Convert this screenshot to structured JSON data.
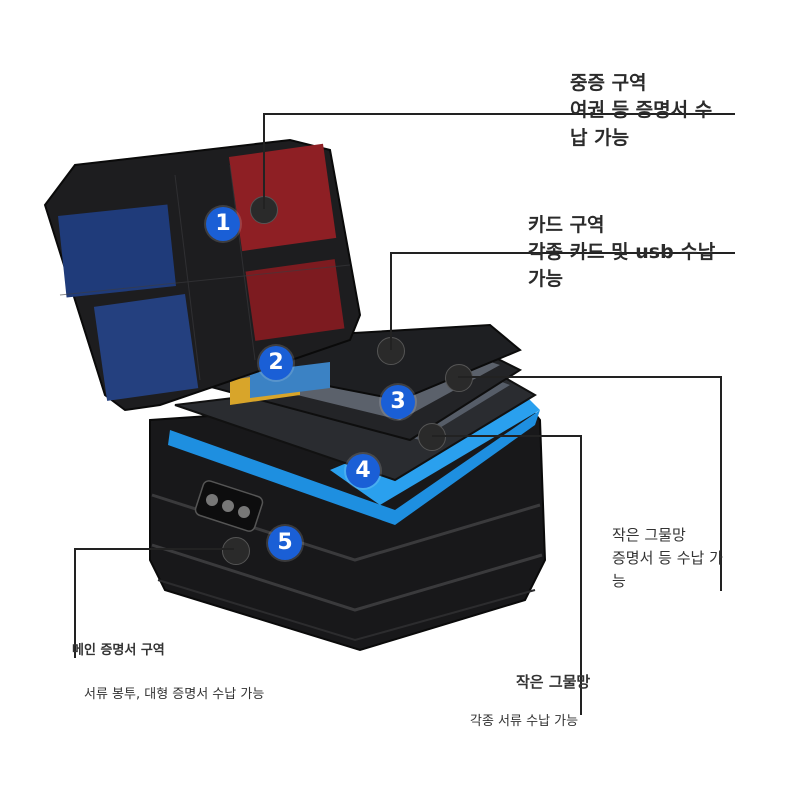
{
  "callouts": {
    "passport": {
      "title": "중증 구역",
      "line2": "여권 등 증명서 수",
      "line3": "납 가능"
    },
    "card": {
      "title": "카드 구역",
      "line2": "각종 카드 및 usb 수납",
      "line3": "가능"
    },
    "small_mesh": {
      "line1": "작은 그물망",
      "line2": "증명서 등 수납 가",
      "line3": "능"
    },
    "main": {
      "title": "메인 증명서 구역",
      "desc": "서류 봉투, 대형 증명서 수납 가능"
    },
    "small_mesh_bottom": {
      "title": "작은 그물망",
      "desc": "각종 서류 수납 가능"
    }
  },
  "badges": [
    "1",
    "2",
    "3",
    "4",
    "5"
  ],
  "colors": {
    "badge": "#1a5fd6",
    "bag": "#1b1b1d",
    "folder": "#1e8fe0",
    "passport_red": "#8e1f24",
    "passport_blue": "#1f3b7a"
  }
}
